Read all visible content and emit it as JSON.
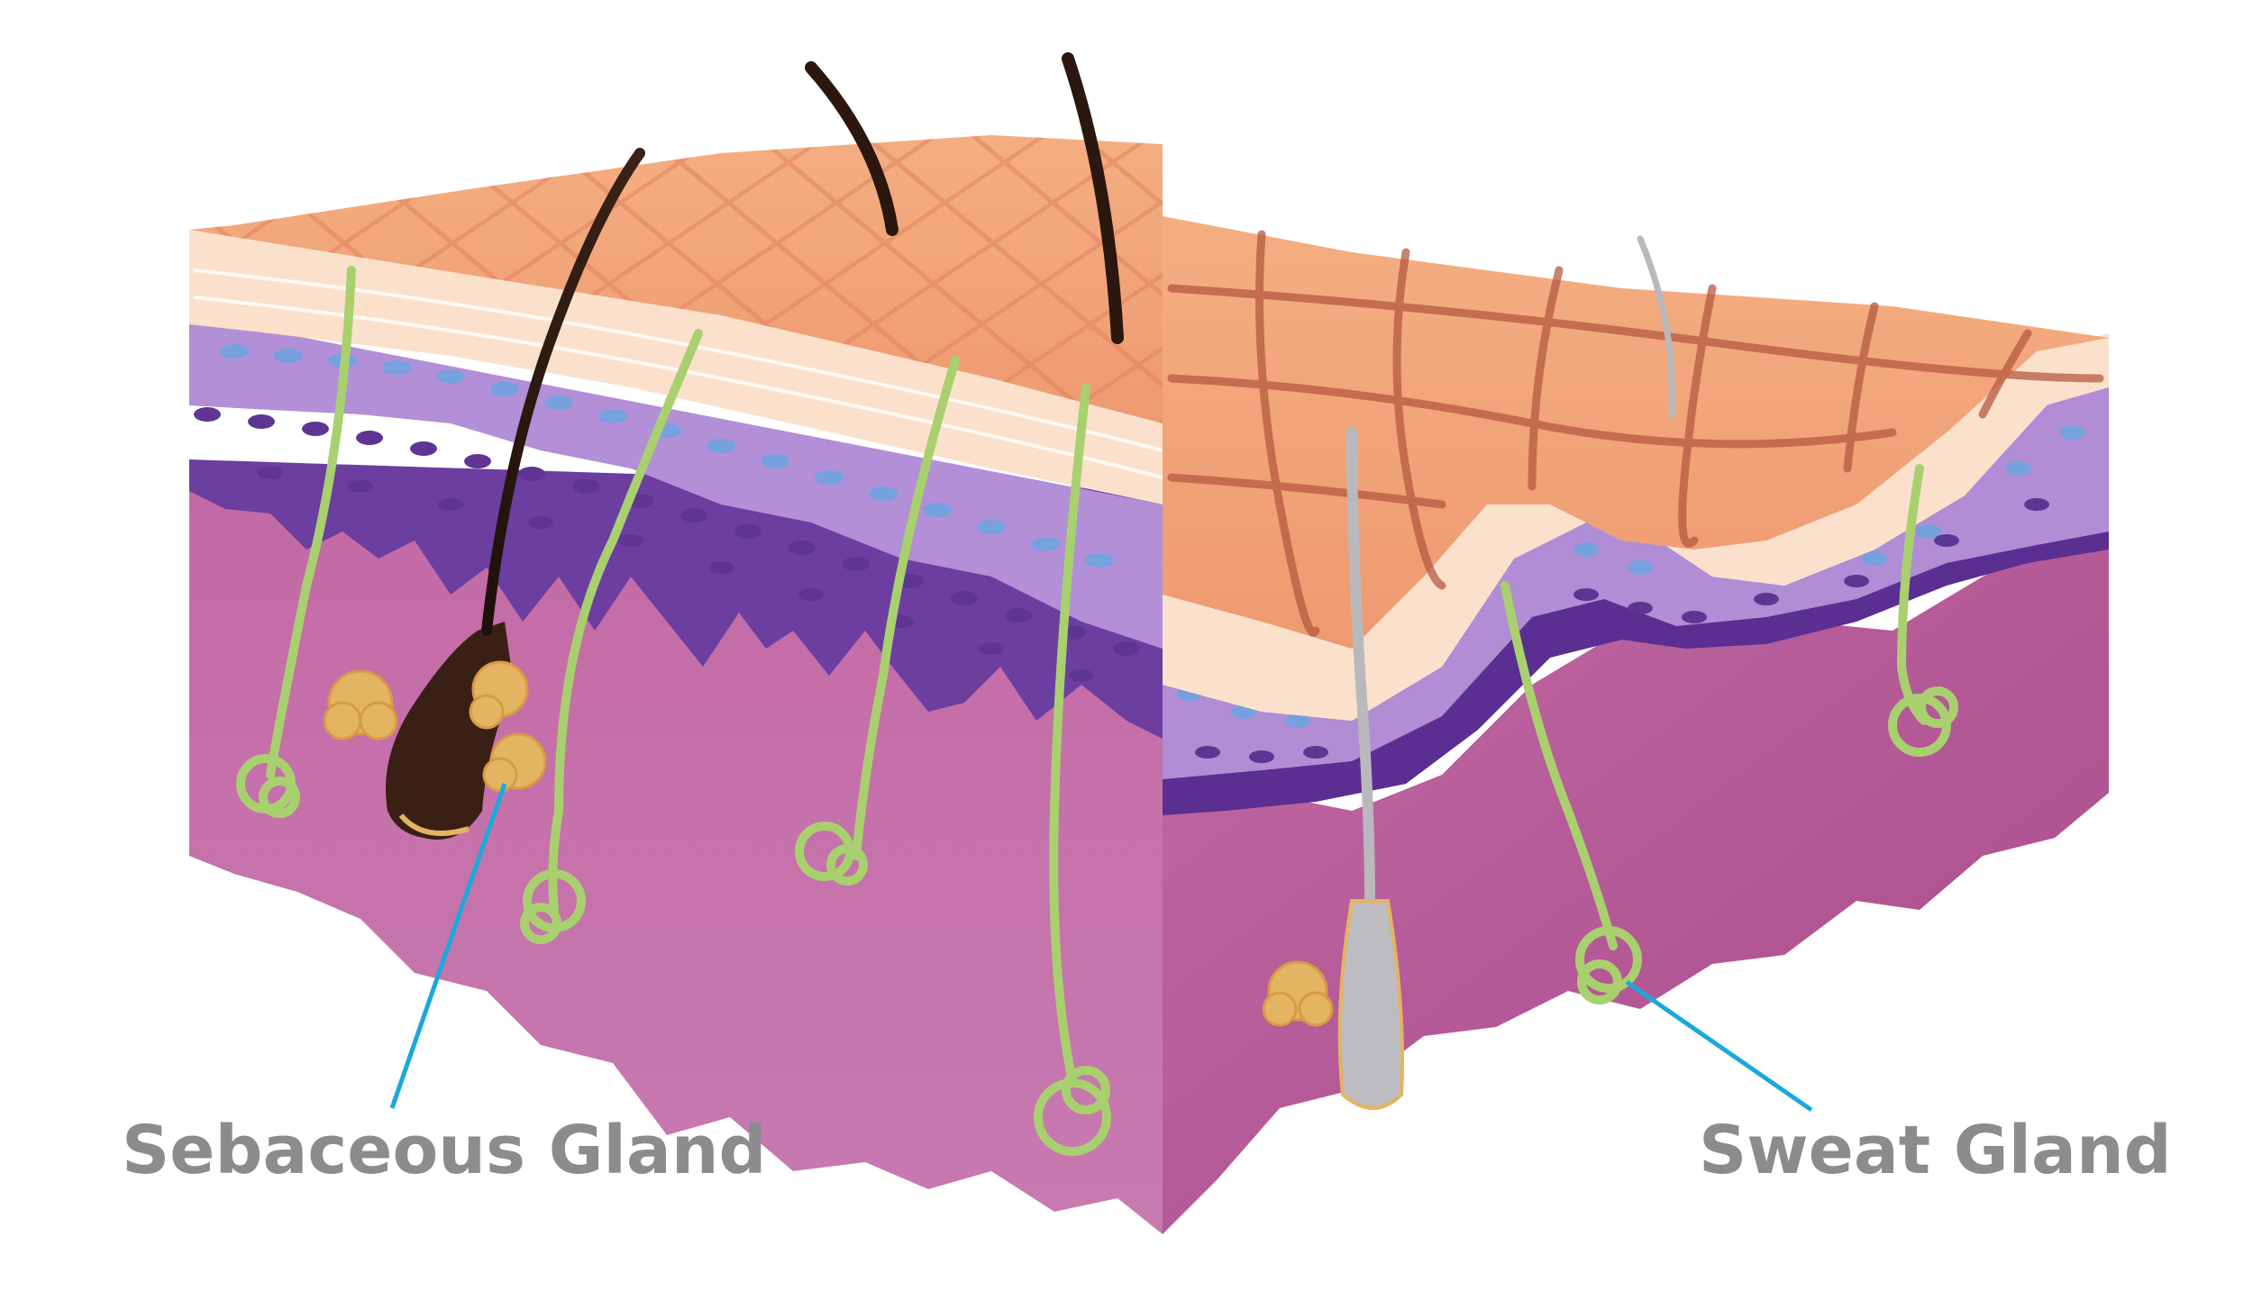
{
  "labels": {
    "sebaceous": "Sebaceous Gland",
    "sweat": "Sweat Gland"
  },
  "colors": {
    "epidermis_top": "#f0a37a",
    "epidermis_grid": "#c9684c",
    "stratum_white": "#fbe3cf",
    "basal_light": "#b693d6",
    "basal_dark": "#6a3c9e",
    "dermis": "#c46da7",
    "dermis_dark": "#a94f8e",
    "gland_green": "#c8e39a",
    "gland_green_dark": "#8db85a",
    "sebaceous_yellow": "#e3b461",
    "hair": "#2e1a12",
    "hair_gray": "#b9b9bd",
    "leader_line": "#1ba9dc",
    "label_text": "#8a8c8e"
  },
  "icons": [
    "skin-cross-section-illustration",
    "hair-follicle-icon",
    "sebaceous-gland-icon",
    "sweat-gland-icon"
  ]
}
